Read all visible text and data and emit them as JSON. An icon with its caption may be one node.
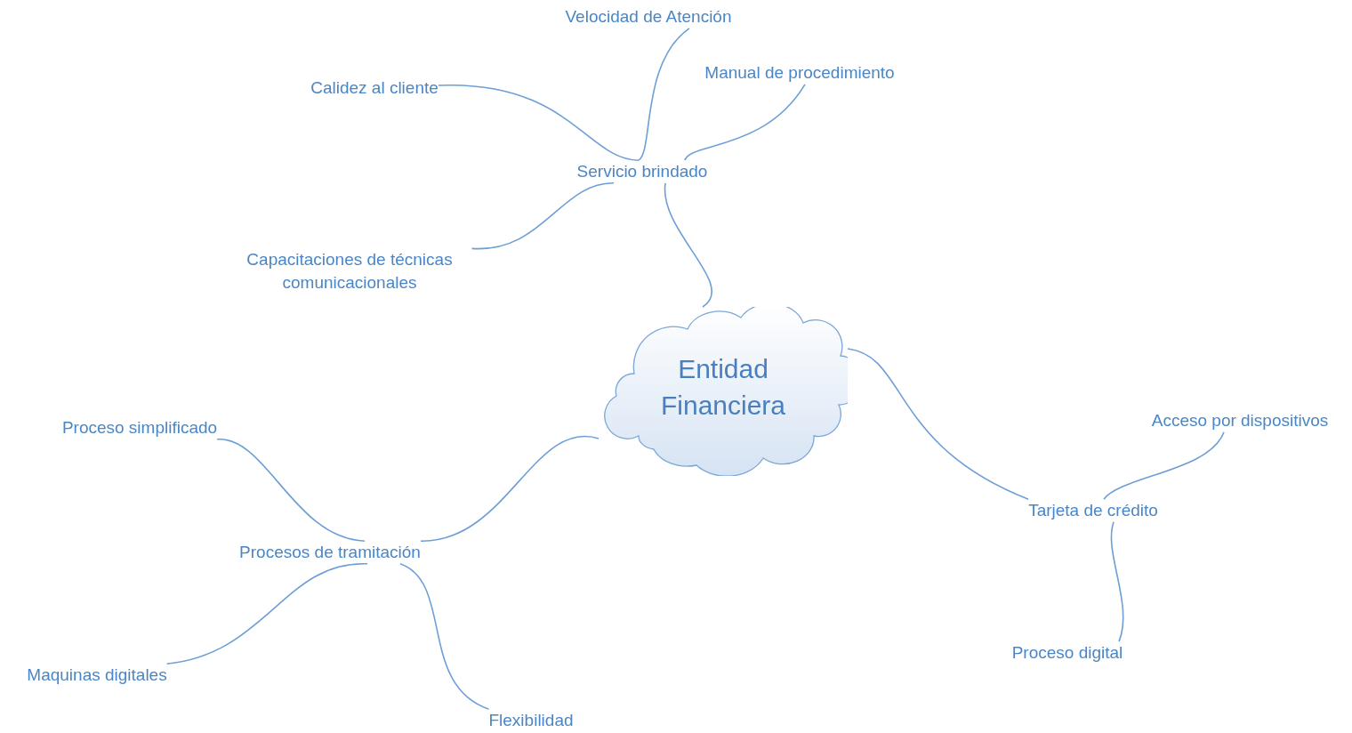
{
  "diagram": {
    "nodes": [
      {
        "text": [
          "Entidad Financiera"
        ]
      },
      {
        "text": [
          "Servicio brindado"
        ]
      },
      {
        "text": [
          "Velocidad de Atención"
        ]
      },
      {
        "text": [
          "Calidez al cliente"
        ]
      },
      {
        "text": [
          "Manual de procedimiento"
        ]
      },
      {
        "text": [
          "Capacitaciones de técnicas comunicacionales"
        ]
      },
      {
        "text": [
          "Procesos de tramitación"
        ]
      },
      {
        "text": [
          "Proceso simplificado"
        ]
      },
      {
        "text": [
          "Maquinas digitales"
        ]
      },
      {
        "text": [
          "Flexibilidad"
        ]
      },
      {
        "text": [
          "Tarjeta de crédito"
        ]
      },
      {
        "text": [
          "Acceso por dispositivos"
        ]
      },
      {
        "text": [
          "Proceso digital"
        ]
      }
    ],
    "edges": [
      {
        "from": 0,
        "to": 1,
        "arrow": "none"
      },
      {
        "from": 1,
        "to": 2,
        "arrow": "none"
      },
      {
        "from": 1,
        "to": 3,
        "arrow": "none"
      },
      {
        "from": 1,
        "to": 4,
        "arrow": "none"
      },
      {
        "from": 1,
        "to": 5,
        "arrow": "none"
      },
      {
        "from": 0,
        "to": 6,
        "arrow": "none"
      },
      {
        "from": 6,
        "to": 7,
        "arrow": "none"
      },
      {
        "from": 6,
        "to": 8,
        "arrow": "none"
      },
      {
        "from": 6,
        "to": 9,
        "arrow": "none"
      },
      {
        "from": 0,
        "to": 10,
        "arrow": "none"
      },
      {
        "from": 10,
        "to": 11,
        "arrow": "none"
      },
      {
        "from": 10,
        "to": 12,
        "arrow": "none"
      }
    ]
  }
}
